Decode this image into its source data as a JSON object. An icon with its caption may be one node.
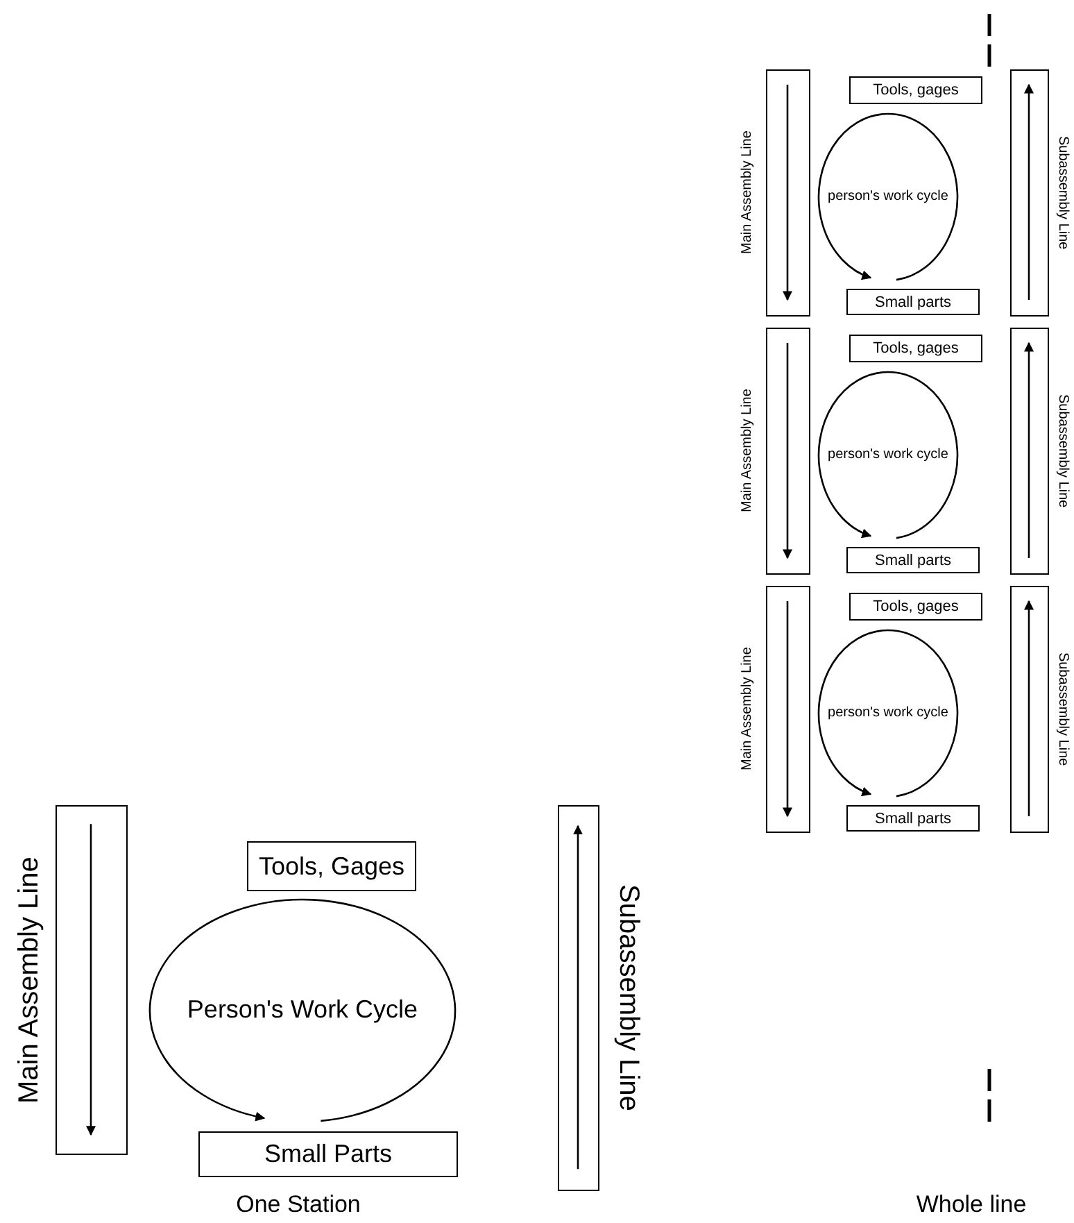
{
  "diagram": {
    "nodes": [
      {
        "text": [
          "Main Assembly Line"
        ]
      },
      {
        "text": [
          "Tools, Gages"
        ]
      },
      {
        "text": [
          "Person's Work Cycle"
        ]
      },
      {
        "text": [
          "Small Parts"
        ]
      },
      {
        "text": [
          "Subassembly Line"
        ]
      },
      {
        "text": [
          "Main Assembly Line"
        ]
      },
      {
        "text": [
          "Tools, gages"
        ]
      },
      {
        "text": [
          "person's work cycle"
        ]
      },
      {
        "text": [
          "Small parts"
        ]
      },
      {
        "text": [
          "Subassembly Line"
        ]
      },
      {
        "text": [
          "Main Assembly Line"
        ]
      },
      {
        "text": [
          "Tools, gages"
        ]
      },
      {
        "text": [
          "person's work cycle"
        ]
      },
      {
        "text": [
          "Small parts"
        ]
      },
      {
        "text": [
          "Subassembly Line"
        ]
      },
      {
        "text": [
          "Main Assembly Line"
        ]
      },
      {
        "text": [
          "Tools, gages"
        ]
      },
      {
        "text": [
          "person's work cycle"
        ]
      },
      {
        "text": [
          "Small parts"
        ]
      },
      {
        "text": [
          "Subassembly Line"
        ]
      }
    ],
    "edges": [],
    "labels": [
      "One Station",
      "Whole line"
    ]
  }
}
